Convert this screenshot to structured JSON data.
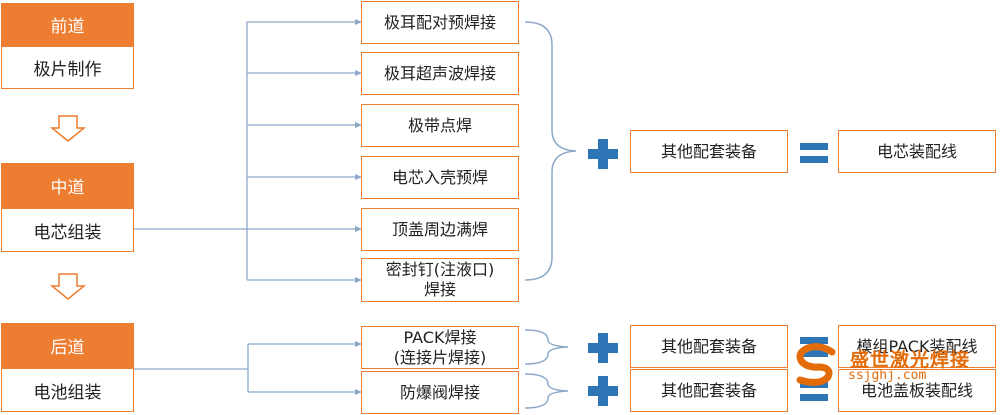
{
  "stages": [
    {
      "head": "前道",
      "body": "极片制作"
    },
    {
      "head": "中道",
      "body": "电芯组装"
    },
    {
      "head": "后道",
      "body": "电池组装"
    }
  ],
  "weld_steps": [
    "极耳配对预焊接",
    "极耳超声波焊接",
    "极带点焊",
    "电芯入壳预焊",
    "顶盖周边满焊",
    "密封钉(注液口)\n焊接"
  ],
  "rear_steps": [
    "PACK焊接\n(连接片焊接)",
    "防爆阀焊接"
  ],
  "equipment": [
    "其他配套装备",
    "其他配套装备",
    "其他配套装备"
  ],
  "results": [
    "电芯装配线",
    "模组PACK装配线",
    "电池盖板装配线"
  ],
  "watermark": {
    "text": "盛世激光焊接",
    "url": "ssjghj.com"
  },
  "colors": {
    "accent": "#ED7D31",
    "blue": "#2E75B6",
    "line": "#8EA9C8"
  }
}
